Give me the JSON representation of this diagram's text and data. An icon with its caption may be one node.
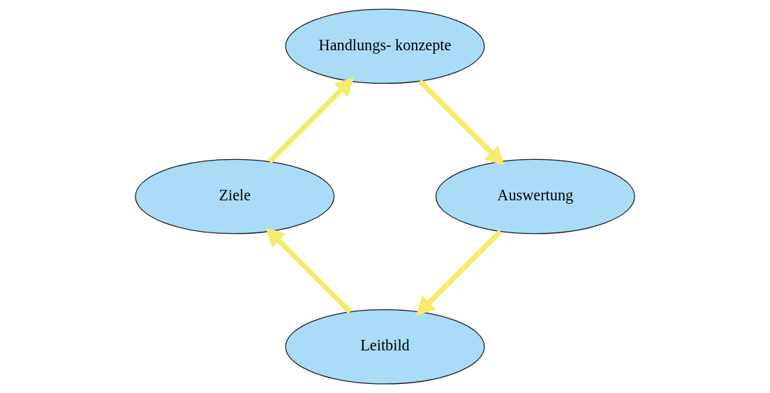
{
  "diagram": {
    "nodes": [
      {
        "text": [
          "Leitbild"
        ]
      },
      {
        "text": [
          "Ziele"
        ]
      },
      {
        "text": [
          "Handlungs- konzepte"
        ]
      },
      {
        "text": [
          "Auswertung"
        ]
      }
    ],
    "edges": [
      {
        "from": 0,
        "to": 1,
        "arrow": "to"
      },
      {
        "from": 1,
        "to": 2,
        "arrow": "to"
      },
      {
        "from": 2,
        "to": 3,
        "arrow": "to"
      },
      {
        "from": 3,
        "to": 0,
        "arrow": "to"
      }
    ]
  }
}
